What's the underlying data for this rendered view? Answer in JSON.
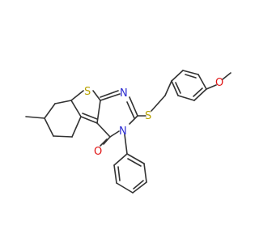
{
  "structure": {
    "atoms": {
      "sulfur_thiophene": "S",
      "nitrogen_ring": "N",
      "sulfur_thioether": "S",
      "nitrogen_amide": "N",
      "oxygen_carbonyl": "O",
      "oxygen_methoxy": "O"
    },
    "colors": {
      "bond": "#333333",
      "sulfur": "#b8a200",
      "nitrogen": "#2a2ad0",
      "oxygen": "#e01010"
    }
  }
}
